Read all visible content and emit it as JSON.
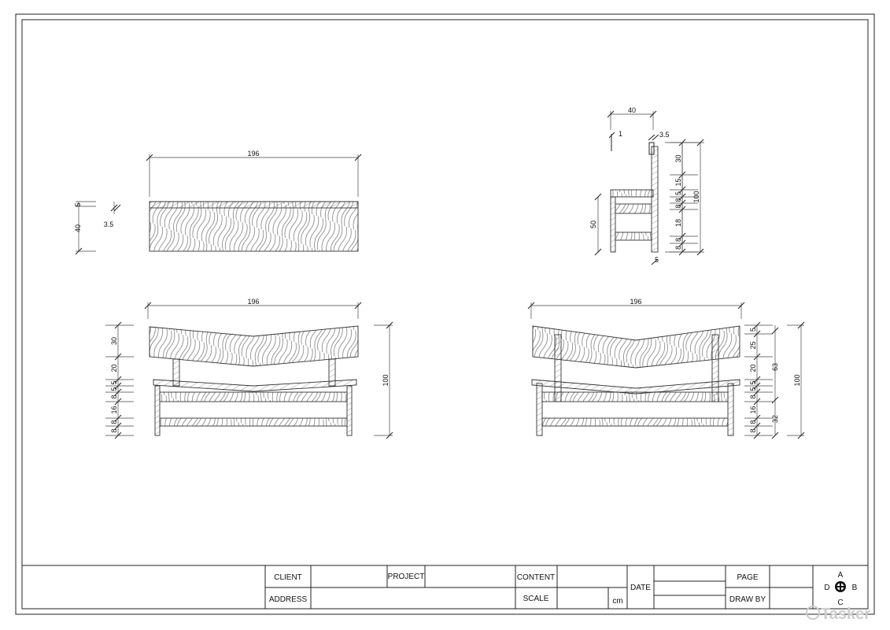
{
  "drawing": {
    "top_view": {
      "length": "196",
      "top_thickness": "5",
      "side_thickness": "3.5",
      "depth": "40"
    },
    "side_view": {
      "depth": "40",
      "offset": "1",
      "back_thickness": "3.5",
      "seat_height": "50",
      "leg": "5",
      "stack": [
        "30",
        "15",
        "5",
        "8",
        "8",
        "18",
        "8",
        "8"
      ],
      "total": "100"
    },
    "front_view": {
      "length": "196",
      "stack": [
        "30",
        "20",
        "5",
        "5",
        "8",
        "16",
        "8",
        "8"
      ],
      "total": "100"
    },
    "back_view": {
      "length": "196",
      "stack": [
        "5",
        "25",
        "20",
        "5",
        "5",
        "8",
        "16",
        "8",
        "8"
      ],
      "upper": "63",
      "lower": "32",
      "total": "100"
    }
  },
  "title_block": {
    "client": "CLIENT",
    "project": "PROJECT",
    "content": "CONTENT",
    "address": "ADDRESS",
    "scale": "SCALE",
    "unit": "cm",
    "date": "DATE",
    "page": "PAGE",
    "draw_by": "DRAW BY",
    "compass": {
      "a": "A",
      "b": "B",
      "c": "C",
      "d": "D"
    }
  },
  "watermark": "Tasker"
}
